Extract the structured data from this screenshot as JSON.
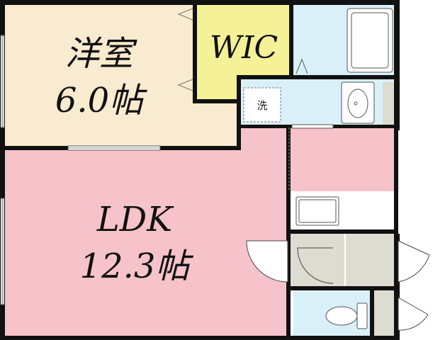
{
  "rooms": {
    "western": {
      "name": "洋室",
      "size": "6.0帖"
    },
    "wic": {
      "name": "WIC"
    },
    "ldk": {
      "name": "LDK",
      "size": "12.3帖"
    },
    "laundry": {
      "name": "洗"
    }
  },
  "colors": {
    "western_floor": "#f9ebcf",
    "wic_floor": "#f4f197",
    "ldk_floor": "#f6c3ca",
    "wet_area_floor": "#d9f0f8",
    "storage_floor": "#dcdcd0",
    "wall": "#111111",
    "fixture_line": "#555555"
  }
}
